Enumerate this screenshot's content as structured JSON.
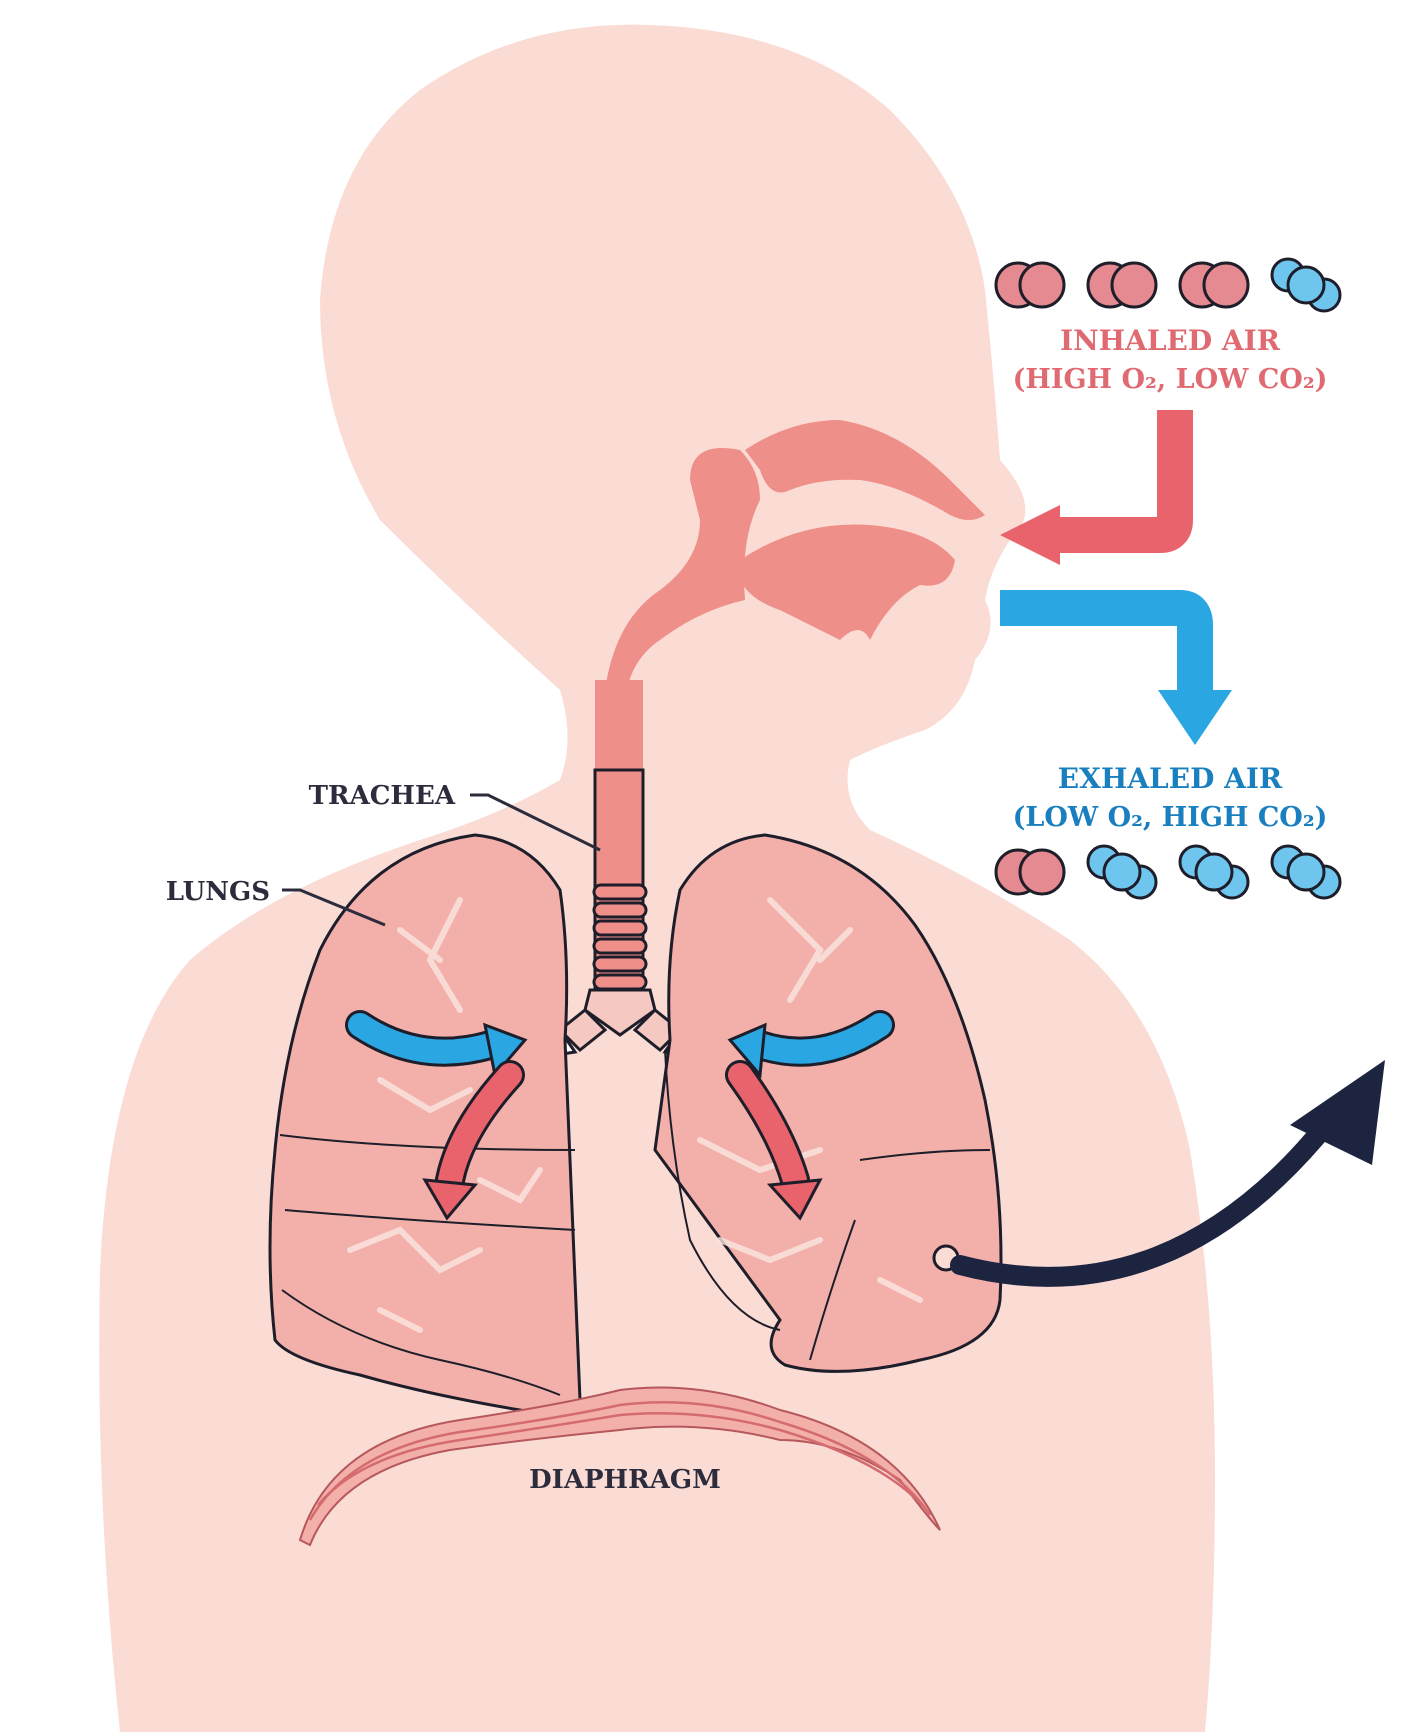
{
  "labels": {
    "trachea": "TRACHEA",
    "lungs": "LUNGS",
    "diaphragm": "DIAPHRAGM",
    "inhaled_title": "INHALED AIR",
    "inhaled_sub": "(HIGH O₂, LOW CO₂)",
    "exhaled_title": "EXHALED AIR",
    "exhaled_sub": "(LOW O₂, HIGH CO₂)"
  },
  "colors": {
    "body": "#fbdcd4",
    "airway": "#ef8f8a",
    "lung_fill": "#f3b0aa",
    "lung_outline": "#1e1e2a",
    "inhale": "#e9636c",
    "exhale": "#2aa6e2",
    "label_dark": "#2c2c3c",
    "inhale_text": "#e06a72",
    "exhale_text": "#1a7fbe",
    "pointer": "#1c2440"
  },
  "molecules": {
    "inhaled": [
      "oxygen",
      "oxygen",
      "oxygen",
      "carbon-dioxide"
    ],
    "exhaled": [
      "oxygen",
      "carbon-dioxide",
      "carbon-dioxide",
      "carbon-dioxide"
    ]
  }
}
